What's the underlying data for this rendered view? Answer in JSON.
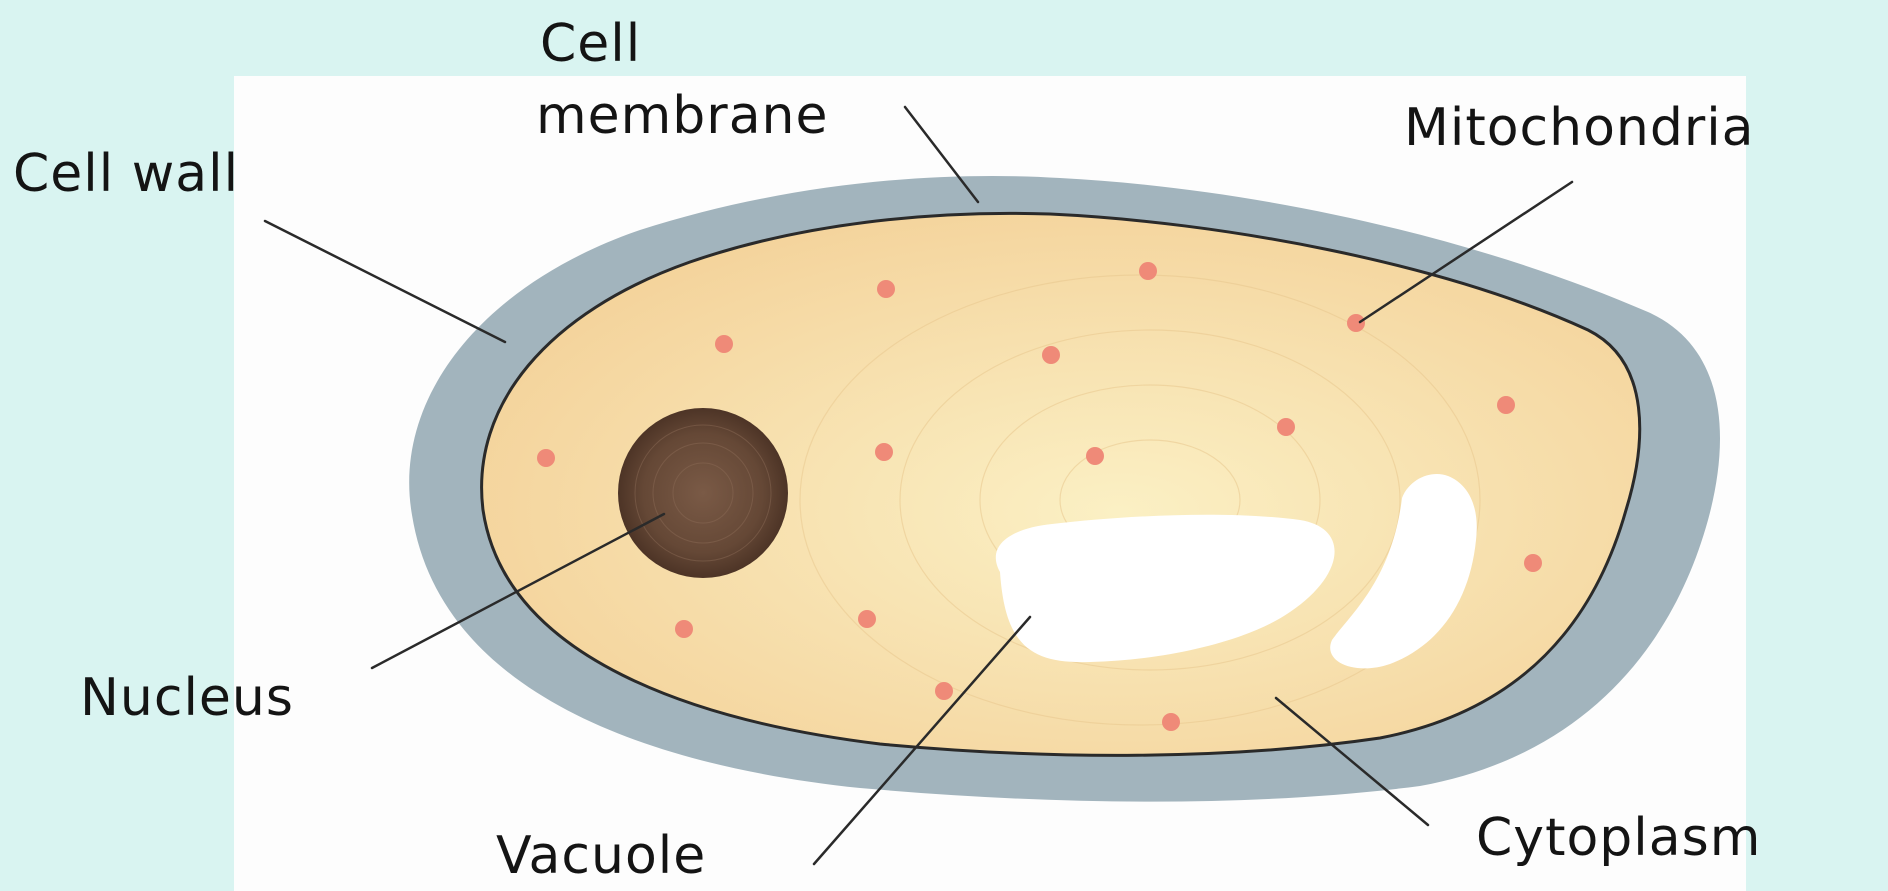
{
  "labels": {
    "cell_membrane_line1": "Cell",
    "cell_membrane_line2": "membrane",
    "cell_wall": "Cell wall",
    "mitochondria": "Mitochondria",
    "nucleus": "Nucleus",
    "vacuole": "Vacuole",
    "cytoplasm": "Cytoplasm"
  },
  "colors": {
    "background": "#d9f4f1",
    "panel": "#fdfdfd",
    "cell_wall": "#a2b4bd",
    "cytoplasm": "#f5d8a1",
    "cytoplasm_center": "#fbf0c4",
    "nucleus": "#5f4434",
    "mitochondria": "#ef8a78",
    "vacuole": "#ffffff",
    "leader_line": "#2a2a2a"
  }
}
